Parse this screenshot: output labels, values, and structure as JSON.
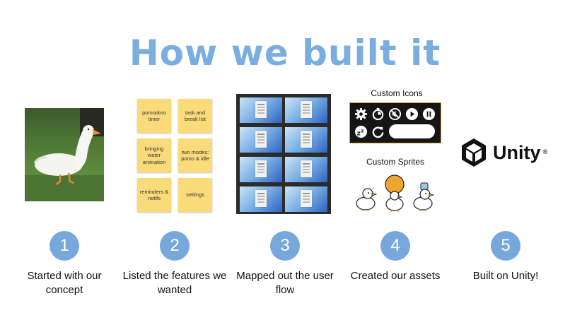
{
  "title": "How we built it",
  "features": [
    "pomodoro timer",
    "task and break list",
    "bringing water animation",
    "two modes: pomo & idle",
    "reminders & notifs",
    "settings"
  ],
  "assets": {
    "icons_label": "Custom Icons",
    "sprites_label": "Custom Sprites",
    "icons": [
      "gear-icon",
      "timer-icon",
      "mute-icon",
      "play-icon",
      "pause-icon",
      "sleep-icon",
      "restart-icon"
    ]
  },
  "unity": {
    "label": "Unity",
    "reg": "®"
  },
  "steps": [
    {
      "number": "1",
      "caption": "Started with our concept"
    },
    {
      "number": "2",
      "caption": "Listed the features we wanted"
    },
    {
      "number": "3",
      "caption": "Mapped out the user flow"
    },
    {
      "number": "4",
      "caption": "Created our assets"
    },
    {
      "number": "5",
      "caption": "Built on Unity!"
    }
  ],
  "colors": {
    "title": "#7aaee0",
    "circle": "#76a8dc",
    "sticky": "#fadb7a"
  }
}
